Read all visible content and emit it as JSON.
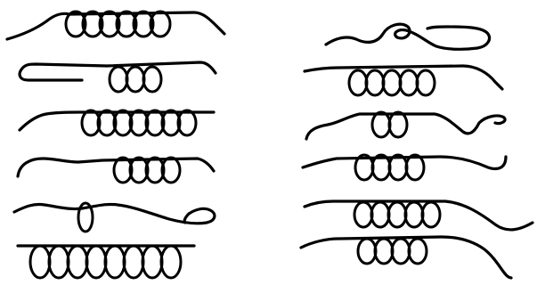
{
  "figure": {
    "panels": [
      {
        "panel": "left",
        "molecules": [
          {
            "helical_turns": 6
          },
          {
            "helical_turns": 3
          },
          {
            "helical_turns": 7
          },
          {
            "helical_turns": 4
          },
          {
            "helical_turns": 1
          },
          {
            "helical_turns": 8
          }
        ]
      },
      {
        "panel": "right",
        "molecules": [
          {
            "helical_turns": 0
          },
          {
            "helical_turns": 5
          },
          {
            "helical_turns": 2
          },
          {
            "helical_turns": 4
          },
          {
            "helical_turns": 5
          },
          {
            "helical_turns": 4
          }
        ]
      }
    ],
    "colors": {
      "ink": "#000000",
      "background": "#ffffff"
    }
  }
}
